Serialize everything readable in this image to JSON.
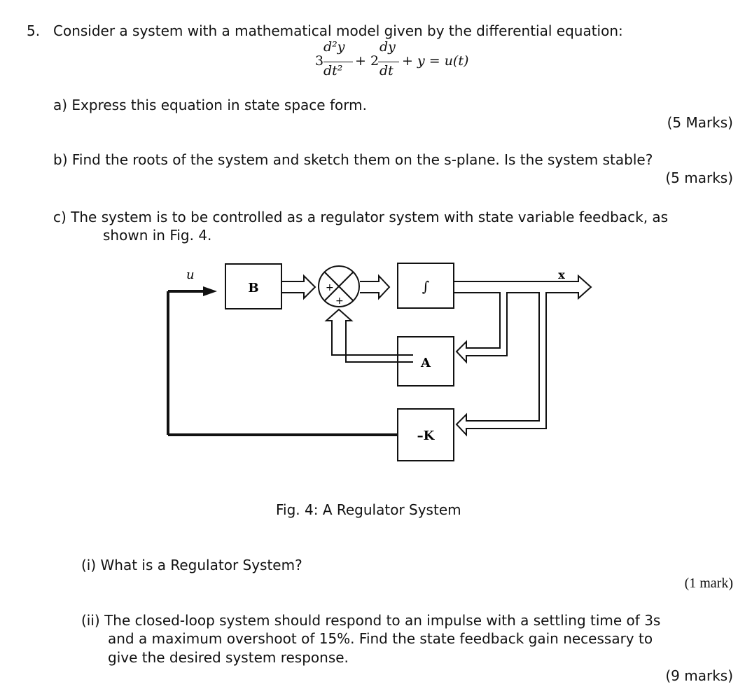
{
  "question": {
    "number": "5.",
    "intro": "Consider a system with a mathematical model given by the differential equation:",
    "equation": {
      "coef1": "3",
      "num1": "d²y",
      "den1": "dt²",
      "plus1": "+ 2",
      "num2": "dy",
      "den2": "dt",
      "rest": "+ y = u(t)"
    },
    "part_a": {
      "text": "a) Express this equation in state space form.",
      "marks": "(5 Marks)"
    },
    "part_b": {
      "text": "b) Find the roots of the system and sketch them on the s-plane. Is the system stable?",
      "marks": "(5 marks)"
    },
    "part_c": {
      "line1": "c) The system is to be controlled as a regulator system with state variable feedback, as",
      "line2": "shown in Fig. 4."
    },
    "figure": {
      "caption": "Fig. 4: A Regulator System",
      "labels": {
        "input": "u",
        "output": "x",
        "block_b": "B",
        "block_int": "∫",
        "block_a": "A",
        "block_k": "–K",
        "plus_top": "+",
        "plus_bottom": "+"
      }
    },
    "part_c_i": {
      "text": "(i) What is a Regulator System?",
      "marks": "(1 mark)"
    },
    "part_c_ii": {
      "line1": "(ii) The closed-loop system should respond to an impulse with a settling time of 3s",
      "line2": "and a maximum overshoot of 15%. Find the state feedback gain necessary to",
      "line3": "give the desired system response.",
      "marks": "(9 marks)"
    }
  }
}
